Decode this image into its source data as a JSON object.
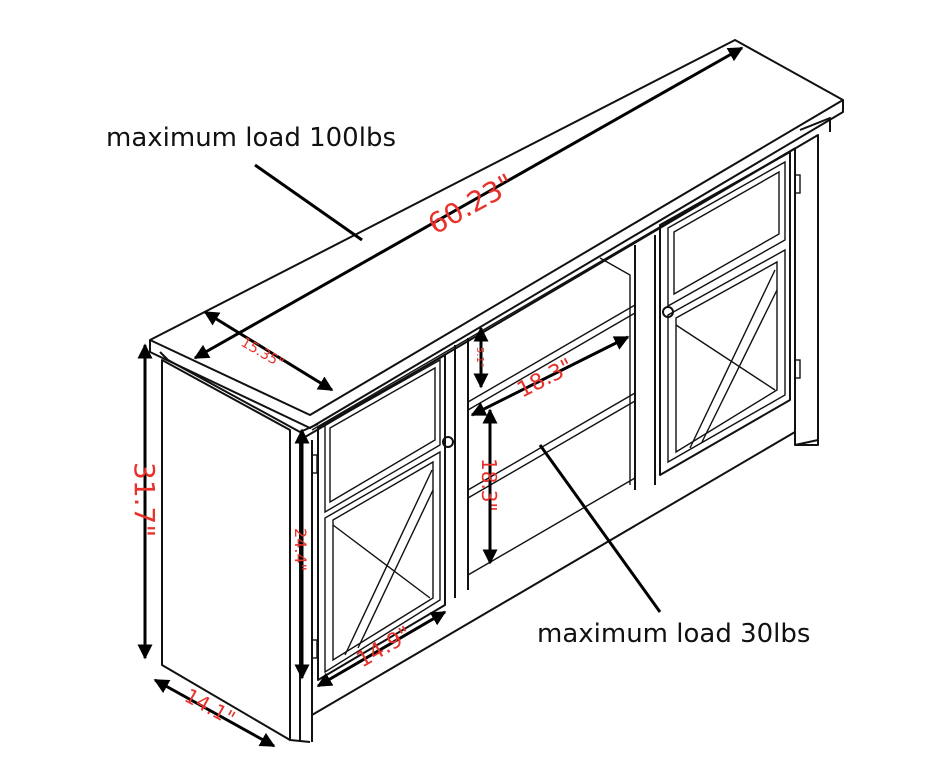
{
  "diagram": {
    "notes": {
      "top_load": "maximum load 100lbs",
      "shelf_load": "maximum load 30lbs"
    },
    "dimensions": {
      "width": "60.23\"",
      "top_depth": "15.35\"",
      "height": "31.7\"",
      "base_depth": "14.1\"",
      "door_height": "24.4\"",
      "door_width": "14.9\"",
      "shelf_width": "18.3\"",
      "shelf_height": "18.3\"",
      "top_gap": "5.1\""
    },
    "colors": {
      "dimension_text": "#e8312a",
      "lines": "#111111"
    }
  }
}
